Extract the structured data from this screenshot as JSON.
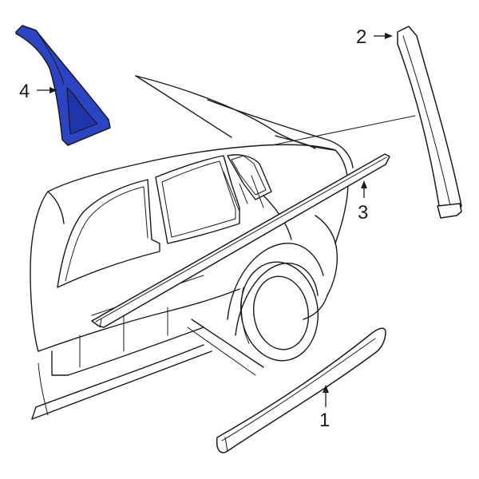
{
  "colors": {
    "highlight_part": "#2b44c4",
    "highlight_part_inner": "#1f34a8",
    "line": "#1a1a1a",
    "background": "#ffffff"
  },
  "callouts": [
    {
      "id": "1",
      "label": "1"
    },
    {
      "id": "2",
      "label": "2"
    },
    {
      "id": "3",
      "label": "3"
    },
    {
      "id": "4",
      "label": "4"
    }
  ]
}
